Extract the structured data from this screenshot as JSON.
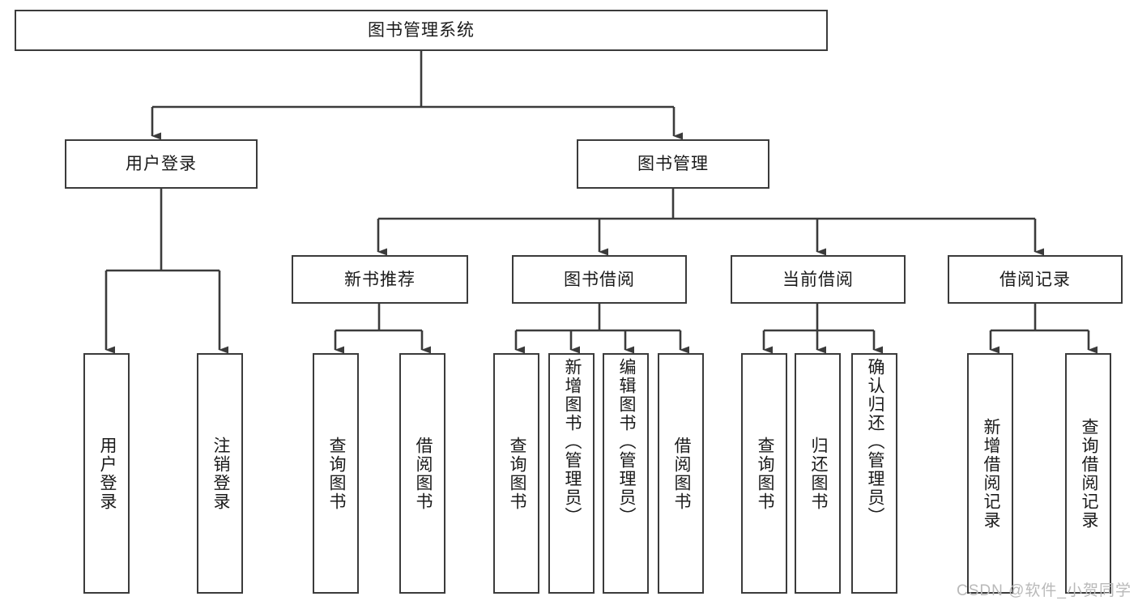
{
  "diagram": {
    "title": "图书管理系统",
    "type": "hierarchy-tree",
    "root": {
      "id": "root",
      "label": "图书管理系统"
    },
    "level2": [
      {
        "id": "user-login",
        "label": "用户登录"
      },
      {
        "id": "book-management",
        "label": "图书管理"
      }
    ],
    "level3": [
      {
        "id": "new-book-recommend",
        "label": "新书推荐",
        "parent": "book-management"
      },
      {
        "id": "book-borrow",
        "label": "图书借阅",
        "parent": "book-management"
      },
      {
        "id": "current-borrow",
        "label": "当前借阅",
        "parent": "book-management"
      },
      {
        "id": "borrow-record",
        "label": "借阅记录",
        "parent": "book-management"
      }
    ],
    "leaves": {
      "user-login": [
        {
          "id": "leaf-user-login",
          "label": "用户登录"
        },
        {
          "id": "leaf-user-logout",
          "label": "注销登录"
        }
      ],
      "new-book-recommend": [
        {
          "id": "leaf-query-book-1",
          "label": "查询图书"
        },
        {
          "id": "leaf-borrow-book-1",
          "label": "借阅图书"
        }
      ],
      "book-borrow": [
        {
          "id": "leaf-query-book-2",
          "label": "查询图书"
        },
        {
          "id": "leaf-add-book",
          "label": "新增图书（管理员）"
        },
        {
          "id": "leaf-edit-book",
          "label": "编辑图书（管理员）"
        },
        {
          "id": "leaf-borrow-book-2",
          "label": "借阅图书"
        }
      ],
      "current-borrow": [
        {
          "id": "leaf-query-book-3",
          "label": "查询图书"
        },
        {
          "id": "leaf-return-book",
          "label": "归还图书"
        },
        {
          "id": "leaf-confirm-return",
          "label": "确认归还（管理员）"
        }
      ],
      "borrow-record": [
        {
          "id": "leaf-add-record",
          "label": "新增借阅记录"
        },
        {
          "id": "leaf-query-record",
          "label": "查询借阅记录"
        }
      ]
    }
  },
  "watermark": {
    "text": "CSDN @软件_小贺同学"
  },
  "colors": {
    "background": "#ffffff",
    "box_border": "#3b3b3b",
    "box_fill": "#ffffff",
    "text": "#1a1a1a",
    "connector": "#3b3b3b",
    "watermark": "#b9b9b9"
  }
}
